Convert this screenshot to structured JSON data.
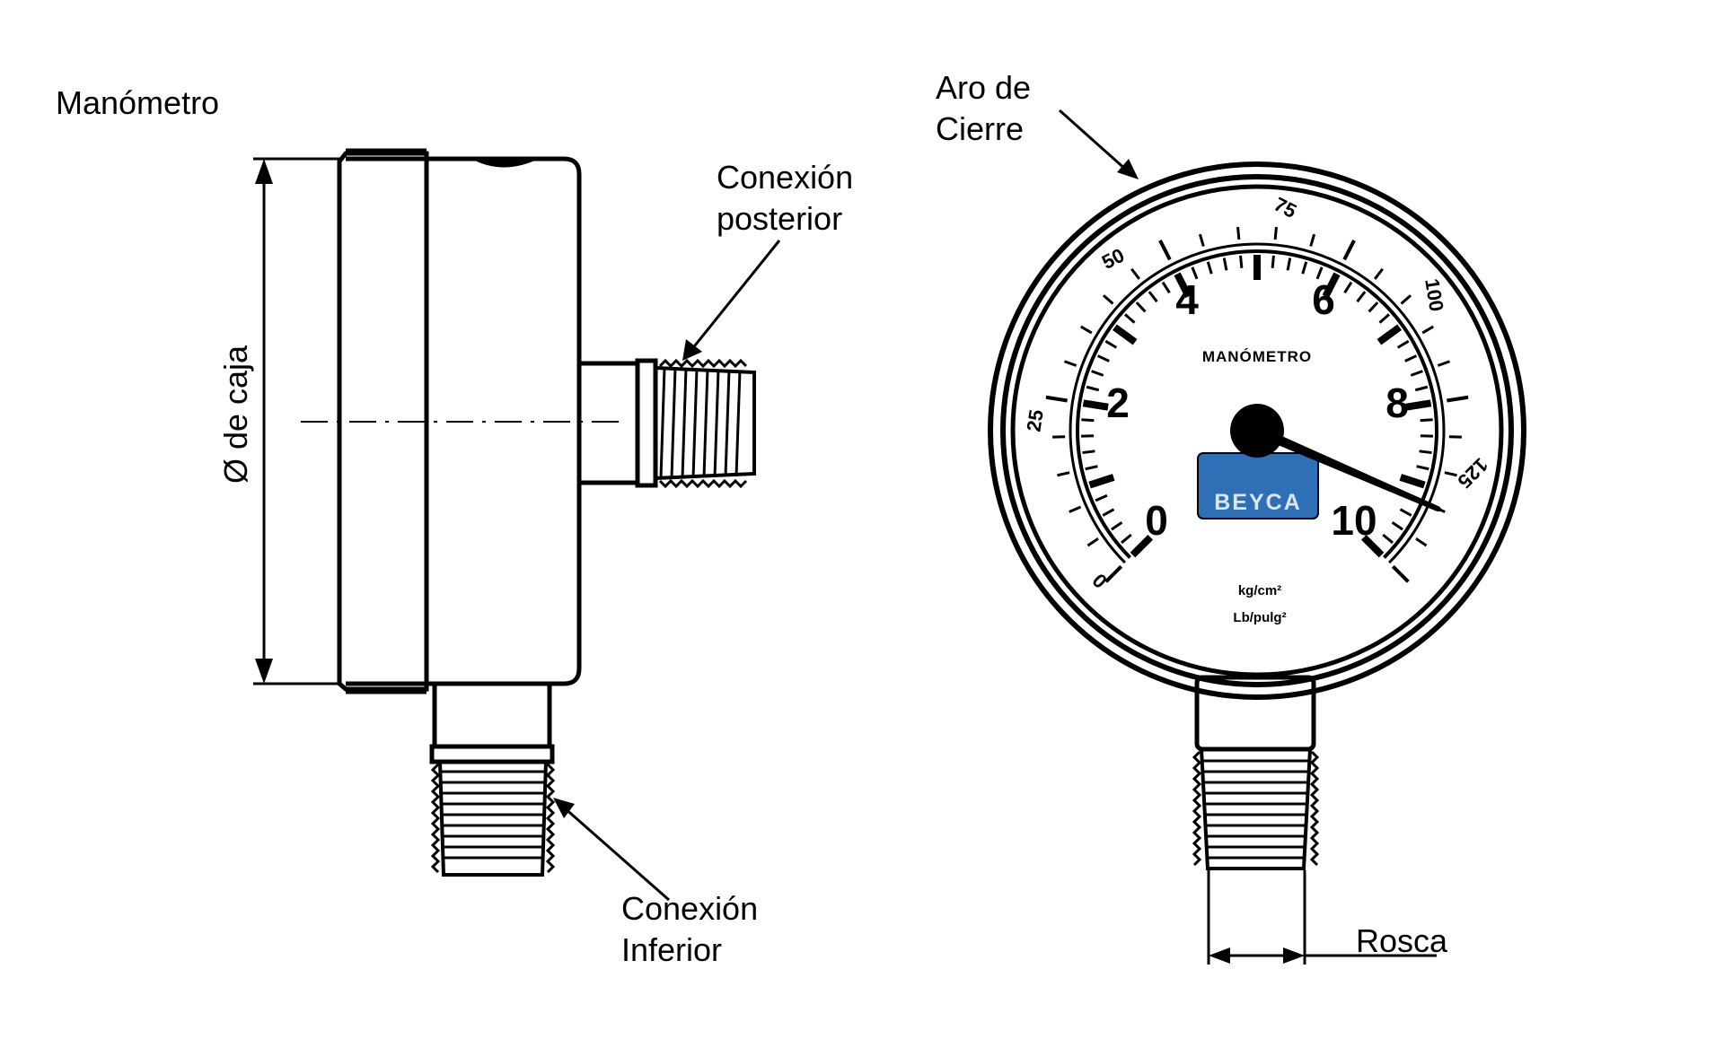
{
  "title": "Manómetro",
  "labels": {
    "case_diameter": "Ø de caja",
    "rear_connection_line1": "Conexión",
    "rear_connection_line2": "posterior",
    "bottom_connection_line1": "Conexión",
    "bottom_connection_line2": "Inferior",
    "closing_ring_line1": "Aro de",
    "closing_ring_line2": "Cierre",
    "thread": "Rosca"
  },
  "dial": {
    "name": "MANÓMETRO",
    "brand": "BEYCA",
    "brand_color": "#2e6fb5",
    "inner_scale": [
      "0",
      "2",
      "4",
      "6",
      "8",
      "10"
    ],
    "outer_scale": [
      "0",
      "25",
      "50",
      "75",
      "100",
      "125"
    ],
    "unit_line1": "kg/cm²",
    "unit_line2": "Lb/pulg²",
    "pointer_value": 9.2
  }
}
